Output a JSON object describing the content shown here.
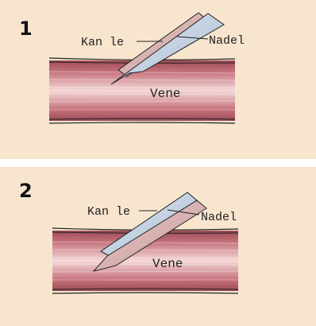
{
  "panels": [
    {
      "number": "1",
      "cannula_label": "Kan le",
      "needle_label": "Nadel",
      "vein_label": "Vene"
    },
    {
      "number": "2",
      "cannula_label": "Kan le",
      "needle_label": "Nadel",
      "vein_label": "Vene"
    }
  ],
  "colors": {
    "panel_background": "#f7e5ce",
    "vein_dark": "#a5515a",
    "vein_mid": "#d98a8e",
    "vein_light": "#f6dada",
    "cannula_fill": "#d6b1b0",
    "needle_fill": "#c9d5e6",
    "outline": "#222222"
  }
}
